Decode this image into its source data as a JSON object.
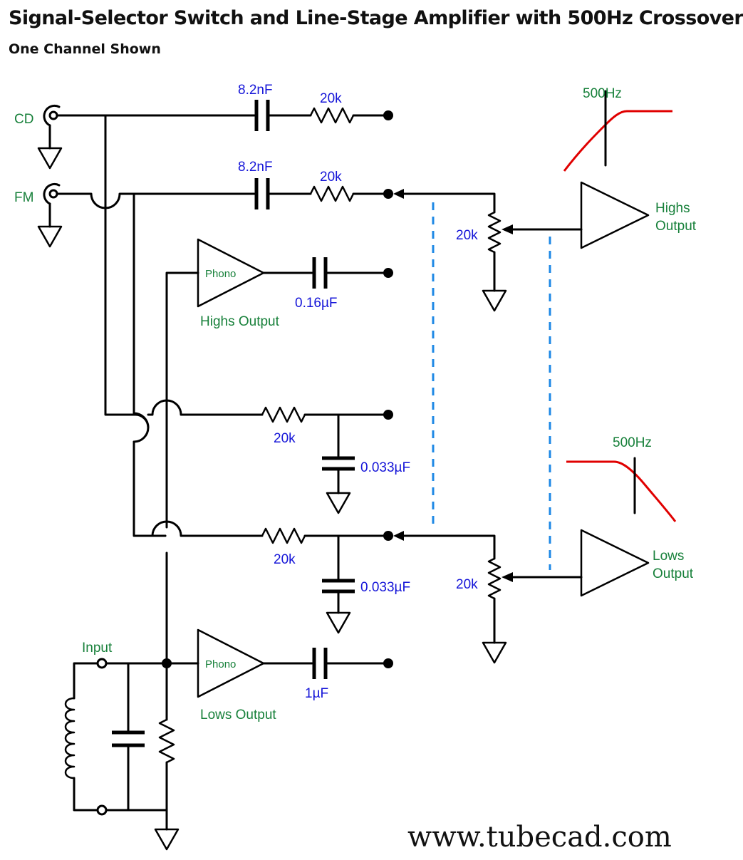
{
  "title": "Signal-Selector Switch and Line-Stage Amplifier with 500Hz Crossover",
  "subtitle": "One Channel Shown",
  "url": "www.tubecad.com",
  "inputs": {
    "cd": "CD",
    "fm": "FM",
    "input": "Input"
  },
  "components": {
    "c_cd": "8.2nF",
    "r_cd": "20k",
    "c_fm": "8.2nF",
    "r_fm": "20k",
    "c_phono_highs": "0.16µF",
    "r_lp1": "20k",
    "c_lp1": "0.033µF",
    "r_lp2": "20k",
    "c_lp2": "0.033µF",
    "c_phono_lows": "1µF",
    "pot_highs": "20k",
    "pot_lows": "20k"
  },
  "amplifiers": {
    "phono_top": "Phono",
    "phono_bottom": "Phono",
    "phono_top_caption": "Highs Output",
    "phono_bottom_caption": "Lows Output"
  },
  "outputs": {
    "highs_line1": "Highs",
    "highs_line2": "Output",
    "lows_line1": "Lows",
    "lows_line2": "Output"
  },
  "crossover": {
    "highs_freq": "500Hz",
    "lows_freq": "500Hz"
  },
  "colors": {
    "component_labels": "#1515d8",
    "green_labels": "#17803a",
    "gang_lines": "#1e88e5",
    "response_curves": "#e00000"
  }
}
